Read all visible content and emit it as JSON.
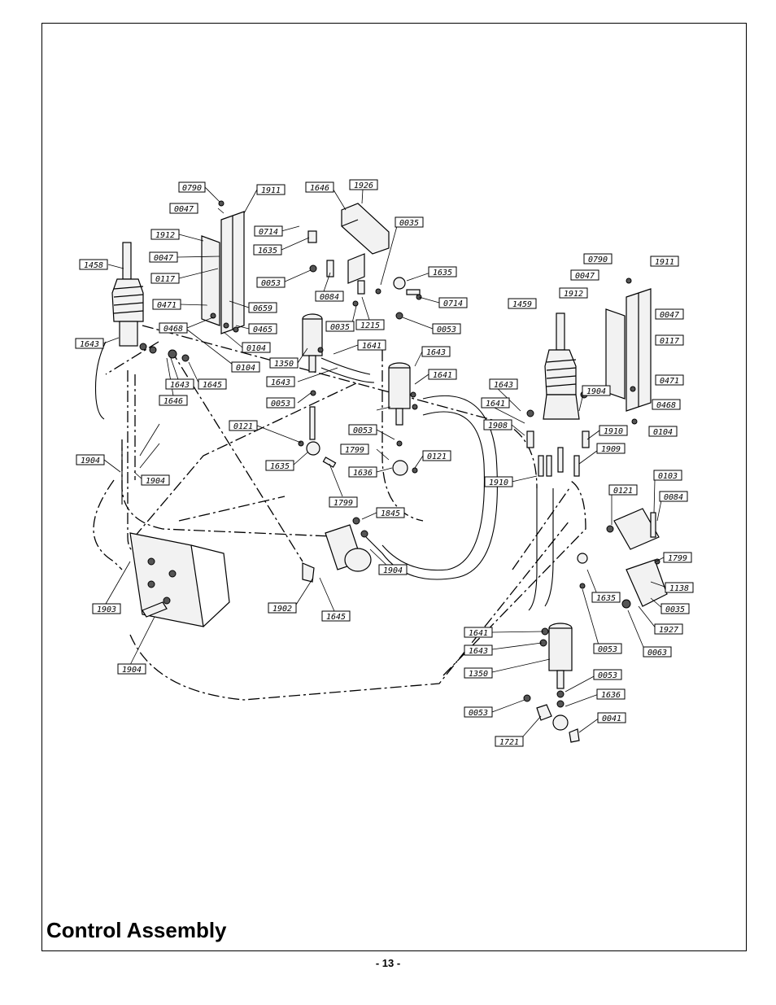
{
  "title": "Control Assembly",
  "page_number": "- 13 -",
  "labels": [
    "0790",
    "1911",
    "0047",
    "1646",
    "1926",
    "0714",
    "0035",
    "1912",
    "1635",
    "0047",
    "0117",
    "0053",
    "1635",
    "0084",
    "0714",
    "1458",
    "0471",
    "0659",
    "1215",
    "0468",
    "0465",
    "0035",
    "0053",
    "1643",
    "0104",
    "0104",
    "1350",
    "1641",
    "1643",
    "1646",
    "1643",
    "1645",
    "1643",
    "0053",
    "1641",
    "1643",
    "1641",
    "0121",
    "1799",
    "0053",
    "1904",
    "1904",
    "1635",
    "1799",
    "1636",
    "0121",
    "1845",
    "1904",
    "1903",
    "1902",
    "1645",
    "1904",
    "0790",
    "1911",
    "0047",
    "1912",
    "0047",
    "1459",
    "0117",
    "1643",
    "1904",
    "0471",
    "1641",
    "1908",
    "0468",
    "0104",
    "1910",
    "1910",
    "1909",
    "0103",
    "0121",
    "0084",
    "1799",
    "1635",
    "1138",
    "0035",
    "1927",
    "0063",
    "0053",
    "1641",
    "1643",
    "1350",
    "0053",
    "1636",
    "0053",
    "0041",
    "1721"
  ]
}
